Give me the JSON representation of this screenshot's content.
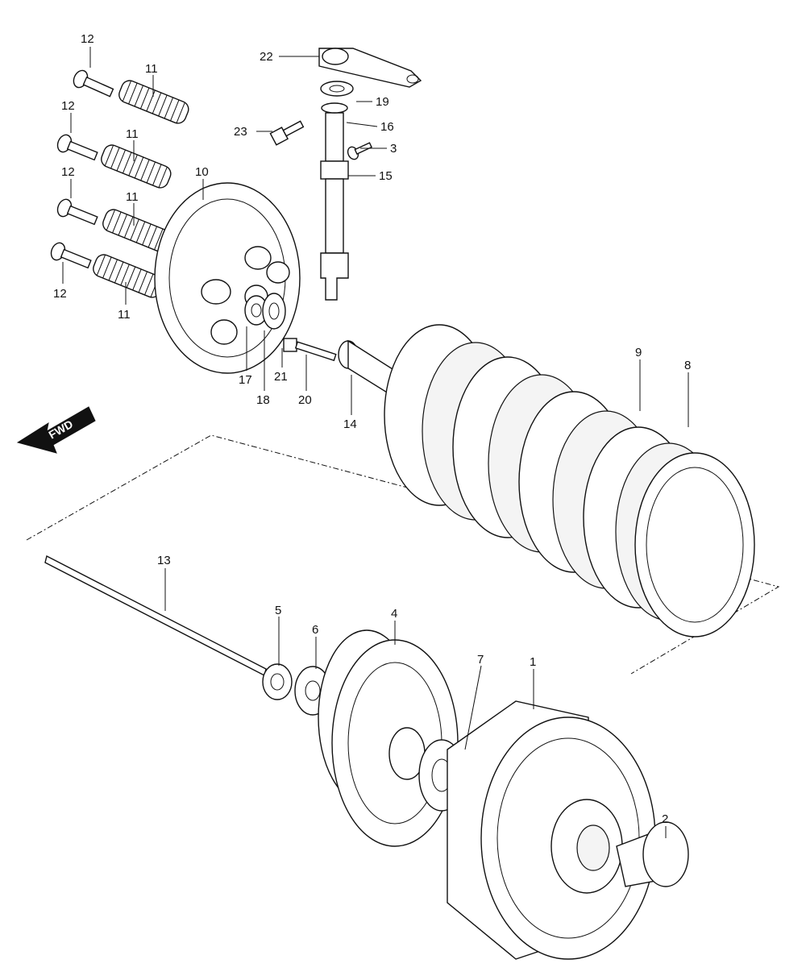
{
  "diagram": {
    "fwd_label": "FWD",
    "callouts": [
      "1",
      "2",
      "3",
      "4",
      "5",
      "6",
      "7",
      "8",
      "9",
      "10",
      "11",
      "12",
      "13",
      "14",
      "15",
      "16",
      "17",
      "18",
      "19",
      "20",
      "21",
      "22",
      "23"
    ]
  }
}
